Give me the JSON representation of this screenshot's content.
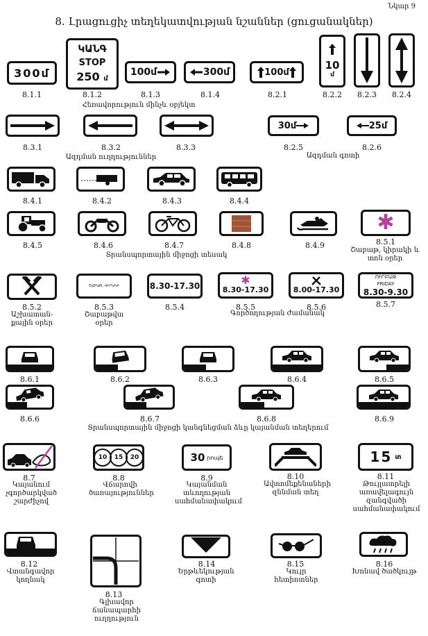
{
  "page": {
    "label": "Նկար 9",
    "title": "8. Լրացուցիչ տեղեկատվության նշաններ (ցուցանակներ)"
  },
  "signs": {
    "s811": {
      "num": "8.1.1",
      "text": "300մ"
    },
    "s812": {
      "num": "8.1.2",
      "line1": "ԿԱՆԳ",
      "line2": "STOP",
      "line3": "250",
      "unit": "մ"
    },
    "s813": {
      "num": "8.1.3",
      "text": "100մ"
    },
    "s814": {
      "num": "8.1.4",
      "text": "300մ"
    },
    "s821": {
      "num": "8.2.1",
      "text": "100մ"
    },
    "s822": {
      "num": "8.2.2",
      "text": "10",
      "unit": "մ"
    },
    "s823": {
      "num": "8.2.3"
    },
    "s824": {
      "num": "8.2.4"
    },
    "s831": {
      "num": "8.3.1"
    },
    "s832": {
      "num": "8.3.2"
    },
    "s833": {
      "num": "8.3.3"
    },
    "s825": {
      "num": "8.2.5",
      "text": "30մ"
    },
    "s826": {
      "num": "8.2.6",
      "text": "25մ"
    },
    "s841": {
      "num": "8.4.1"
    },
    "s842": {
      "num": "8.4.2"
    },
    "s843": {
      "num": "8.4.3"
    },
    "s844": {
      "num": "8.4.4"
    },
    "s845": {
      "num": "8.4.5"
    },
    "s846": {
      "num": "8.4.6"
    },
    "s847": {
      "num": "8.4.7"
    },
    "s848": {
      "num": "8.4.8"
    },
    "s849": {
      "num": "8.4.9"
    },
    "s851": {
      "num": "8.5.1"
    },
    "s852": {
      "num": "8.5.2"
    },
    "s853": {
      "num": "8.5.3",
      "text": "ՇԱԲԱԹ, ԿԻՐԱԿԻ"
    },
    "s854": {
      "num": "8.5.4",
      "text": "8.30-17.30"
    },
    "s855": {
      "num": "8.5.5",
      "text": "8.30-17.30"
    },
    "s856": {
      "num": "8.5.6",
      "text": "8.00-17.30"
    },
    "s857": {
      "num": "8.5.7",
      "day1": "ՈՒՐԲԱԹ",
      "day2": "FRIDAY",
      "text": "8.30-9.30"
    },
    "s861": {
      "num": "8.6.1"
    },
    "s862": {
      "num": "8.6.2"
    },
    "s863": {
      "num": "8.6.3"
    },
    "s864": {
      "num": "8.6.4"
    },
    "s865": {
      "num": "8.6.5"
    },
    "s866": {
      "num": "8.6.6"
    },
    "s867": {
      "num": "8.6.7"
    },
    "s868": {
      "num": "8.6.8"
    },
    "s869": {
      "num": "8.6.9"
    },
    "s87": {
      "num": "8.7"
    },
    "s88": {
      "num": "8.8",
      "a": "10",
      "b": "15",
      "c": "20"
    },
    "s89": {
      "num": "8.9",
      "text": "30",
      "unit": "րոպե"
    },
    "s810": {
      "num": "8.10"
    },
    "s811b": {
      "num": "8.11",
      "text": "15",
      "unit": "տ"
    },
    "s812b": {
      "num": "8.12"
    },
    "s813b": {
      "num": "8.13"
    },
    "s814b": {
      "num": "8.14"
    },
    "s815": {
      "num": "8.15"
    },
    "s816": {
      "num": "8.16"
    }
  },
  "captions": {
    "c1": "Հեռավորություն մինչև օբյեկտ",
    "c2": "Ազդման ուղղություններ",
    "c3": "Ազդման գոտի",
    "c4": "Տրանսպորտային միջոցի տեսակ",
    "c5": "Շաբաթ, կիրակի և տոն օրեր",
    "c6": "Աշխատան-քային օրեր",
    "c7": "Շաբաթվա օրեր",
    "c8": "Գործողության ժամանակ",
    "c9": "Տրանսպորտային միջոցի կանգնեցման ձևը կայանման տեղերում",
    "c10": "Կայանում չգործարկված շարժիչով",
    "c11": "Վճարովի ծառայություններ",
    "c12": "Կայանման տևողության սահմանափակում",
    "c13": "Ավտոմեքենաների զննման տեղ",
    "c14": "Թույլատրելի առավելագույն զանգվածի սահմանափակում",
    "c15": "Վտանգավոր կողնակ",
    "c16": "Գլխավոր ճանապարհի ուղղություն",
    "c17": "Երթևեկության գոտի",
    "c18": "Կույր հետիոտներ",
    "c19": "Խոնավ ծածկույթ"
  },
  "colors": {
    "accent": "#b0469a",
    "brown": "#a0523a"
  }
}
